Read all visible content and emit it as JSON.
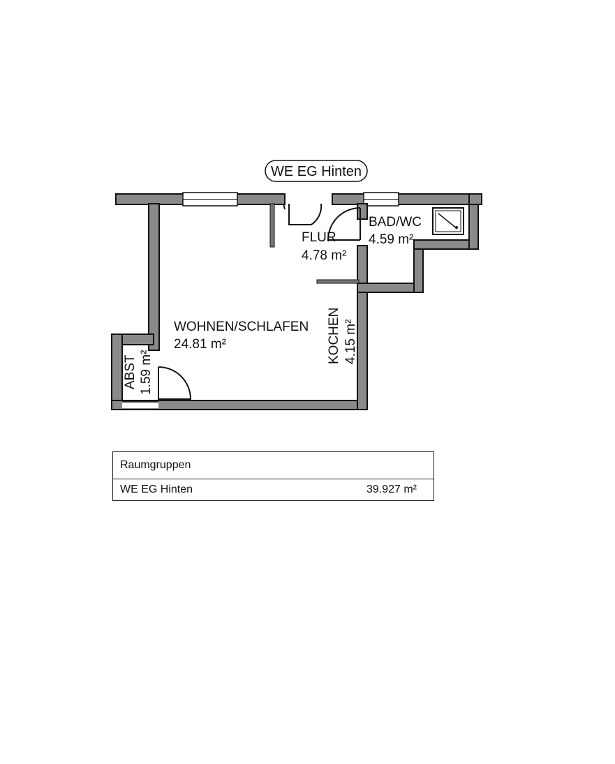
{
  "title_badge": "WE EG Hinten",
  "rooms": [
    {
      "name": "WOHNEN/SCHLAFEN",
      "area": "24.81 m²"
    },
    {
      "name": "FLUR",
      "area": "4.78 m²"
    },
    {
      "name": "BAD/WC",
      "area": "4.59 m²"
    },
    {
      "name": "KOCHEN",
      "area": "4.15 m²"
    },
    {
      "name": "ABST",
      "area": "1.59 m²"
    }
  ],
  "table": {
    "header": "Raumgruppen",
    "rows": [
      {
        "name": "WE EG Hinten",
        "area": "39.927 m²"
      }
    ]
  }
}
